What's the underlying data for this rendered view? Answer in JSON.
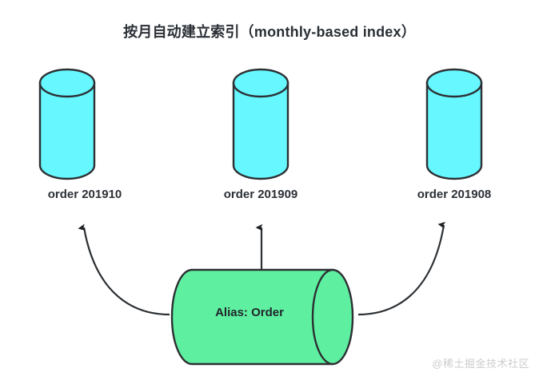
{
  "diagram": {
    "title": "按月自动建立索引（monthly-based index）",
    "type": "elasticsearch-alias-index-diagram",
    "background_color": "#ffffff",
    "stroke_color": "#2c3033",
    "index_fill_color": "#66f7ff",
    "alias_fill_color": "#5ef0a0",
    "text_color": "#2b3036",
    "indices": [
      {
        "label": "order 201910",
        "icon": "database-cylinder-icon",
        "fill": "#66f7ff"
      },
      {
        "label": "order 201909",
        "icon": "database-cylinder-icon",
        "fill": "#66f7ff"
      },
      {
        "label": "order 201908",
        "icon": "database-cylinder-icon",
        "fill": "#66f7ff"
      }
    ],
    "alias": {
      "label": "Alias: Order",
      "icon": "database-cylinder-horizontal-icon",
      "fill": "#5ef0a0"
    },
    "connectors": [
      {
        "name": "alias-to-order-201910",
        "style": "curved-arrow",
        "direction": "up-left"
      },
      {
        "name": "alias-to-order-201909",
        "style": "straight-arrow",
        "direction": "up"
      },
      {
        "name": "alias-to-order-201908",
        "style": "curved-arrow",
        "direction": "up-right"
      }
    ]
  },
  "watermark": {
    "text": "@稀土掘金技术社区"
  }
}
